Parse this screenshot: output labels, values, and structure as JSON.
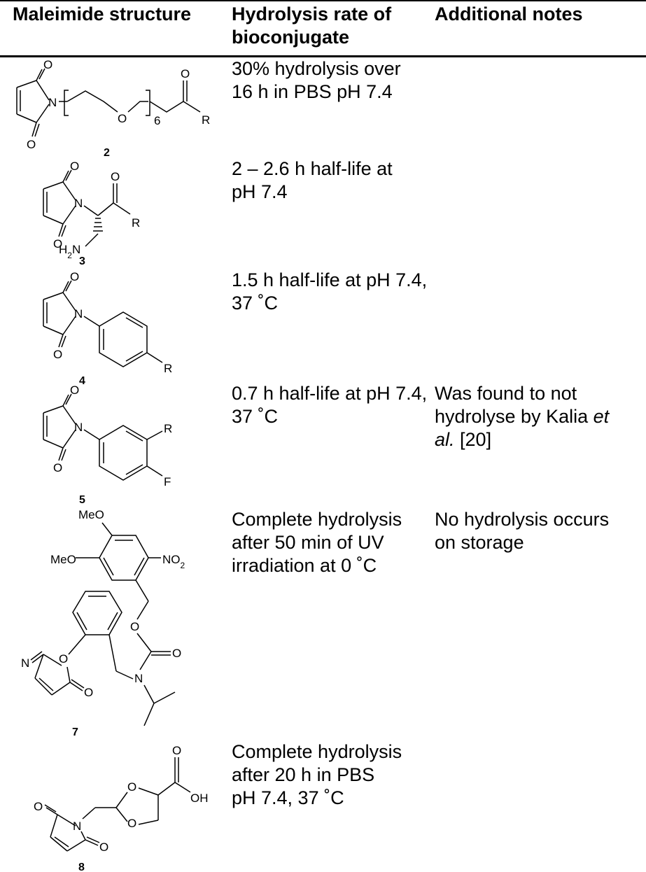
{
  "table": {
    "headers": [
      "Maleimide structure",
      "Hydrolysis rate of\nbioconjugate",
      "Additional notes"
    ],
    "rows": [
      {
        "compound": "2",
        "rate": "30% hydrolysis over\n16 h in PBS pH 7.4",
        "notes": "",
        "atoms": [
          "O",
          "N",
          "O",
          "O",
          "6",
          "O",
          "R"
        ]
      },
      {
        "compound": "3",
        "rate": "2 – 2.6 h half-life at\npH 7.4",
        "notes": "",
        "atoms": [
          "O",
          "N",
          "O",
          "O",
          "R",
          "H2N"
        ]
      },
      {
        "compound": "4",
        "rate": "1.5 h half-life at pH 7.4,\n37 ˚C",
        "notes": "",
        "atoms": [
          "O",
          "N",
          "O",
          "R"
        ]
      },
      {
        "compound": "5",
        "rate": "0.7 h half-life at pH 7.4,\n37 ˚C",
        "notes_parts": [
          "Was found to not\nhydrolyse by Kalia ",
          "et\nal.",
          " [20]"
        ],
        "atoms": [
          "O",
          "N",
          "O",
          "R",
          "F"
        ]
      },
      {
        "compound": "7",
        "rate": "Complete hydrolysis\nafter 50 min of UV\nirradiation at 0 ˚C",
        "notes": "No hydrolysis occurs\non storage",
        "atoms": [
          "MeO",
          "MeO",
          "NO2",
          "O",
          "O",
          "N",
          "O",
          "N",
          "O"
        ]
      },
      {
        "compound": "8",
        "rate": "Complete hydrolysis\nafter 20 h in PBS\npH 7.4, 37 ˚C",
        "notes": "",
        "atoms": [
          "O",
          "OH",
          "O",
          "O",
          "O",
          "N",
          "O"
        ]
      }
    ]
  }
}
